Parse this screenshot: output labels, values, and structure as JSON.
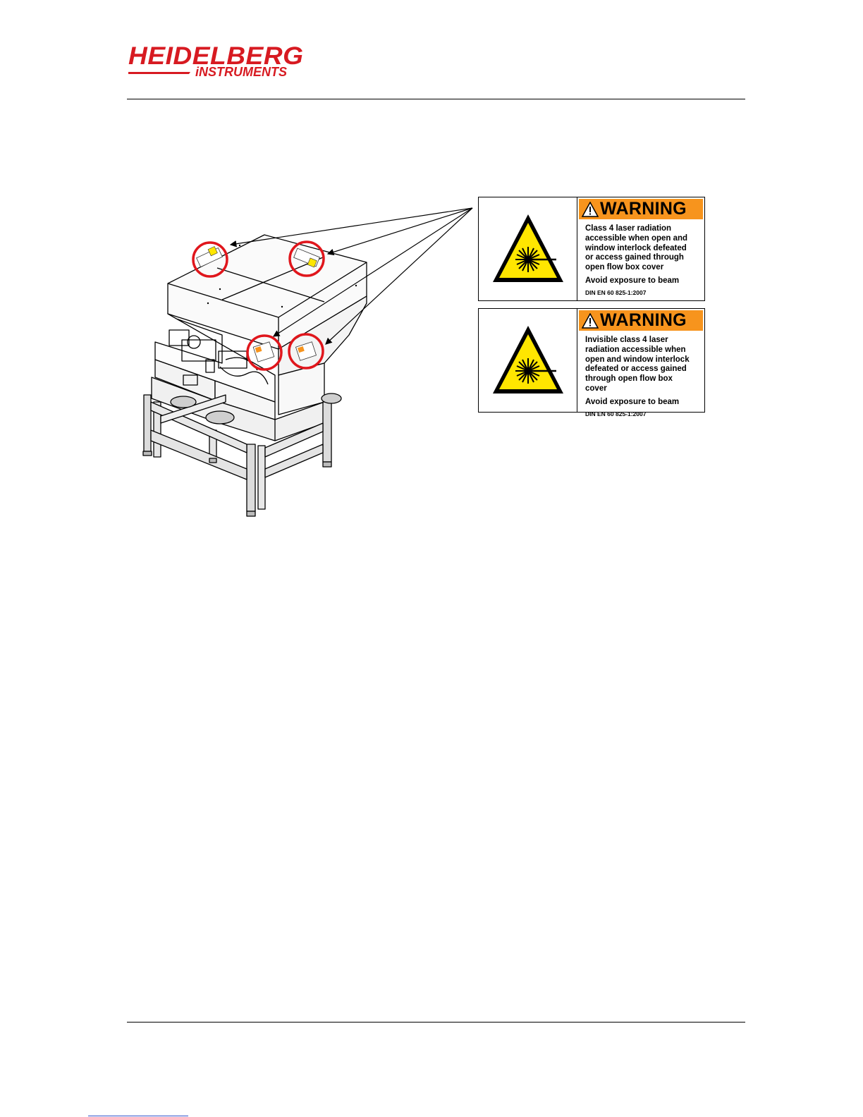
{
  "header": {
    "logo_main": "HEIDELBERG",
    "logo_sub": "iNSTRUMENTS"
  },
  "colors": {
    "brand_red": "#d71a21",
    "warning_orange": "#f7941d",
    "laser_yellow": "#ffe600",
    "callout_red": "#e0161c"
  },
  "warnings": [
    {
      "header": "WARNING",
      "text_lines": [
        "Class 4 laser radiation",
        "accessible when open and",
        "window interlock defeated",
        "or access gained through",
        "open flow box cover"
      ],
      "avoid": "Avoid exposure to beam",
      "norm": "DIN EN 60 825-1:2007"
    },
    {
      "header": "WARNING",
      "text_lines": [
        "Invisible class 4 laser",
        "radiation accessible when",
        "open and window interlock",
        "defeated or access gained",
        "through open flow box",
        "cover"
      ],
      "avoid": "Avoid exposure to beam",
      "norm": "DIN EN 60 825-1:2007"
    }
  ],
  "illustration": {
    "subject": "machine-with-warning-label-locations",
    "callout_count": 4
  }
}
